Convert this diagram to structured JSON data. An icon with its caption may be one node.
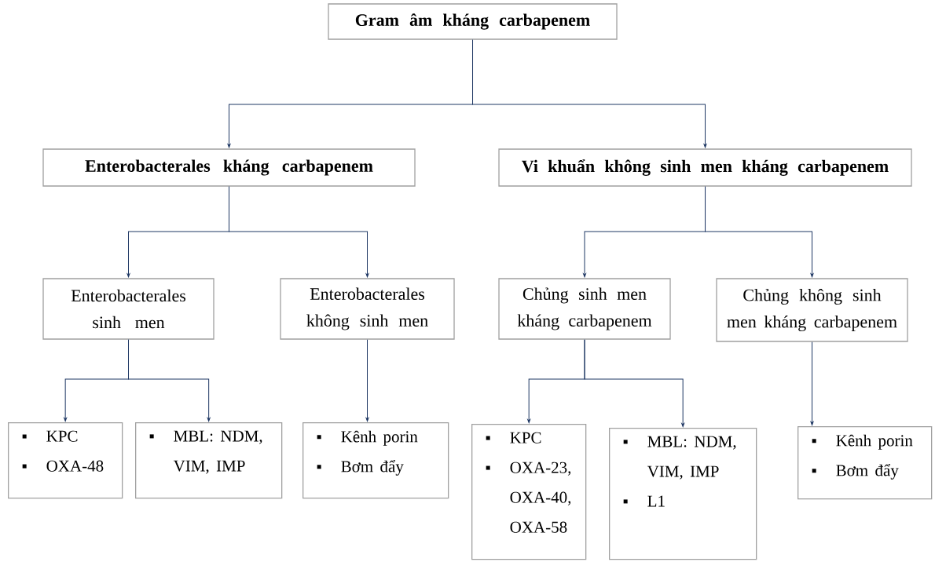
{
  "diagram": {
    "nodes": [
      {
        "text": [
          "Gram âm kháng carbapenem"
        ]
      },
      {
        "text": [
          "Enterobacterales kháng carbapenem"
        ]
      },
      {
        "text": [
          "Vi khuẩn không sinh men kháng carbapenem"
        ]
      },
      {
        "text": [
          "Enterobacterales sinh men"
        ]
      },
      {
        "text": [
          "Enterobacterales không sinh men"
        ]
      },
      {
        "text": [
          "Chủng sinh men kháng carbapenem"
        ]
      },
      {
        "text": [
          "Chủng không sinh men kháng carbapenem"
        ]
      },
      {
        "text": [
          "KPC",
          "OXA-48"
        ]
      },
      {
        "text": [
          "MBL: NDM, VIM, IMP"
        ]
      },
      {
        "text": [
          "Kênh porin",
          "Bơm đẩy"
        ]
      },
      {
        "text": [
          "KPC",
          "OXA-23, OXA-40, OXA-58"
        ]
      },
      {
        "text": [
          "MBL: NDM, VIM, IMP",
          "L1"
        ]
      },
      {
        "text": [
          "Kênh porin",
          "Bơm đẩy"
        ]
      }
    ],
    "edges": [
      {
        "from": 0,
        "to": 1,
        "arrow": "to"
      },
      {
        "from": 0,
        "to": 2,
        "arrow": "to"
      },
      {
        "from": 1,
        "to": 3,
        "arrow": "to"
      },
      {
        "from": 1,
        "to": 4,
        "arrow": "to"
      },
      {
        "from": 2,
        "to": 5,
        "arrow": "to"
      },
      {
        "from": 2,
        "to": 6,
        "arrow": "to"
      },
      {
        "from": 3,
        "to": 7,
        "arrow": "to"
      },
      {
        "from": 3,
        "to": 8,
        "arrow": "to"
      },
      {
        "from": 4,
        "to": 9,
        "arrow": "to"
      },
      {
        "from": 5,
        "to": 10,
        "arrow": "to"
      },
      {
        "from": 5,
        "to": 11,
        "arrow": "to"
      },
      {
        "from": 6,
        "to": 12,
        "arrow": "to"
      }
    ]
  }
}
